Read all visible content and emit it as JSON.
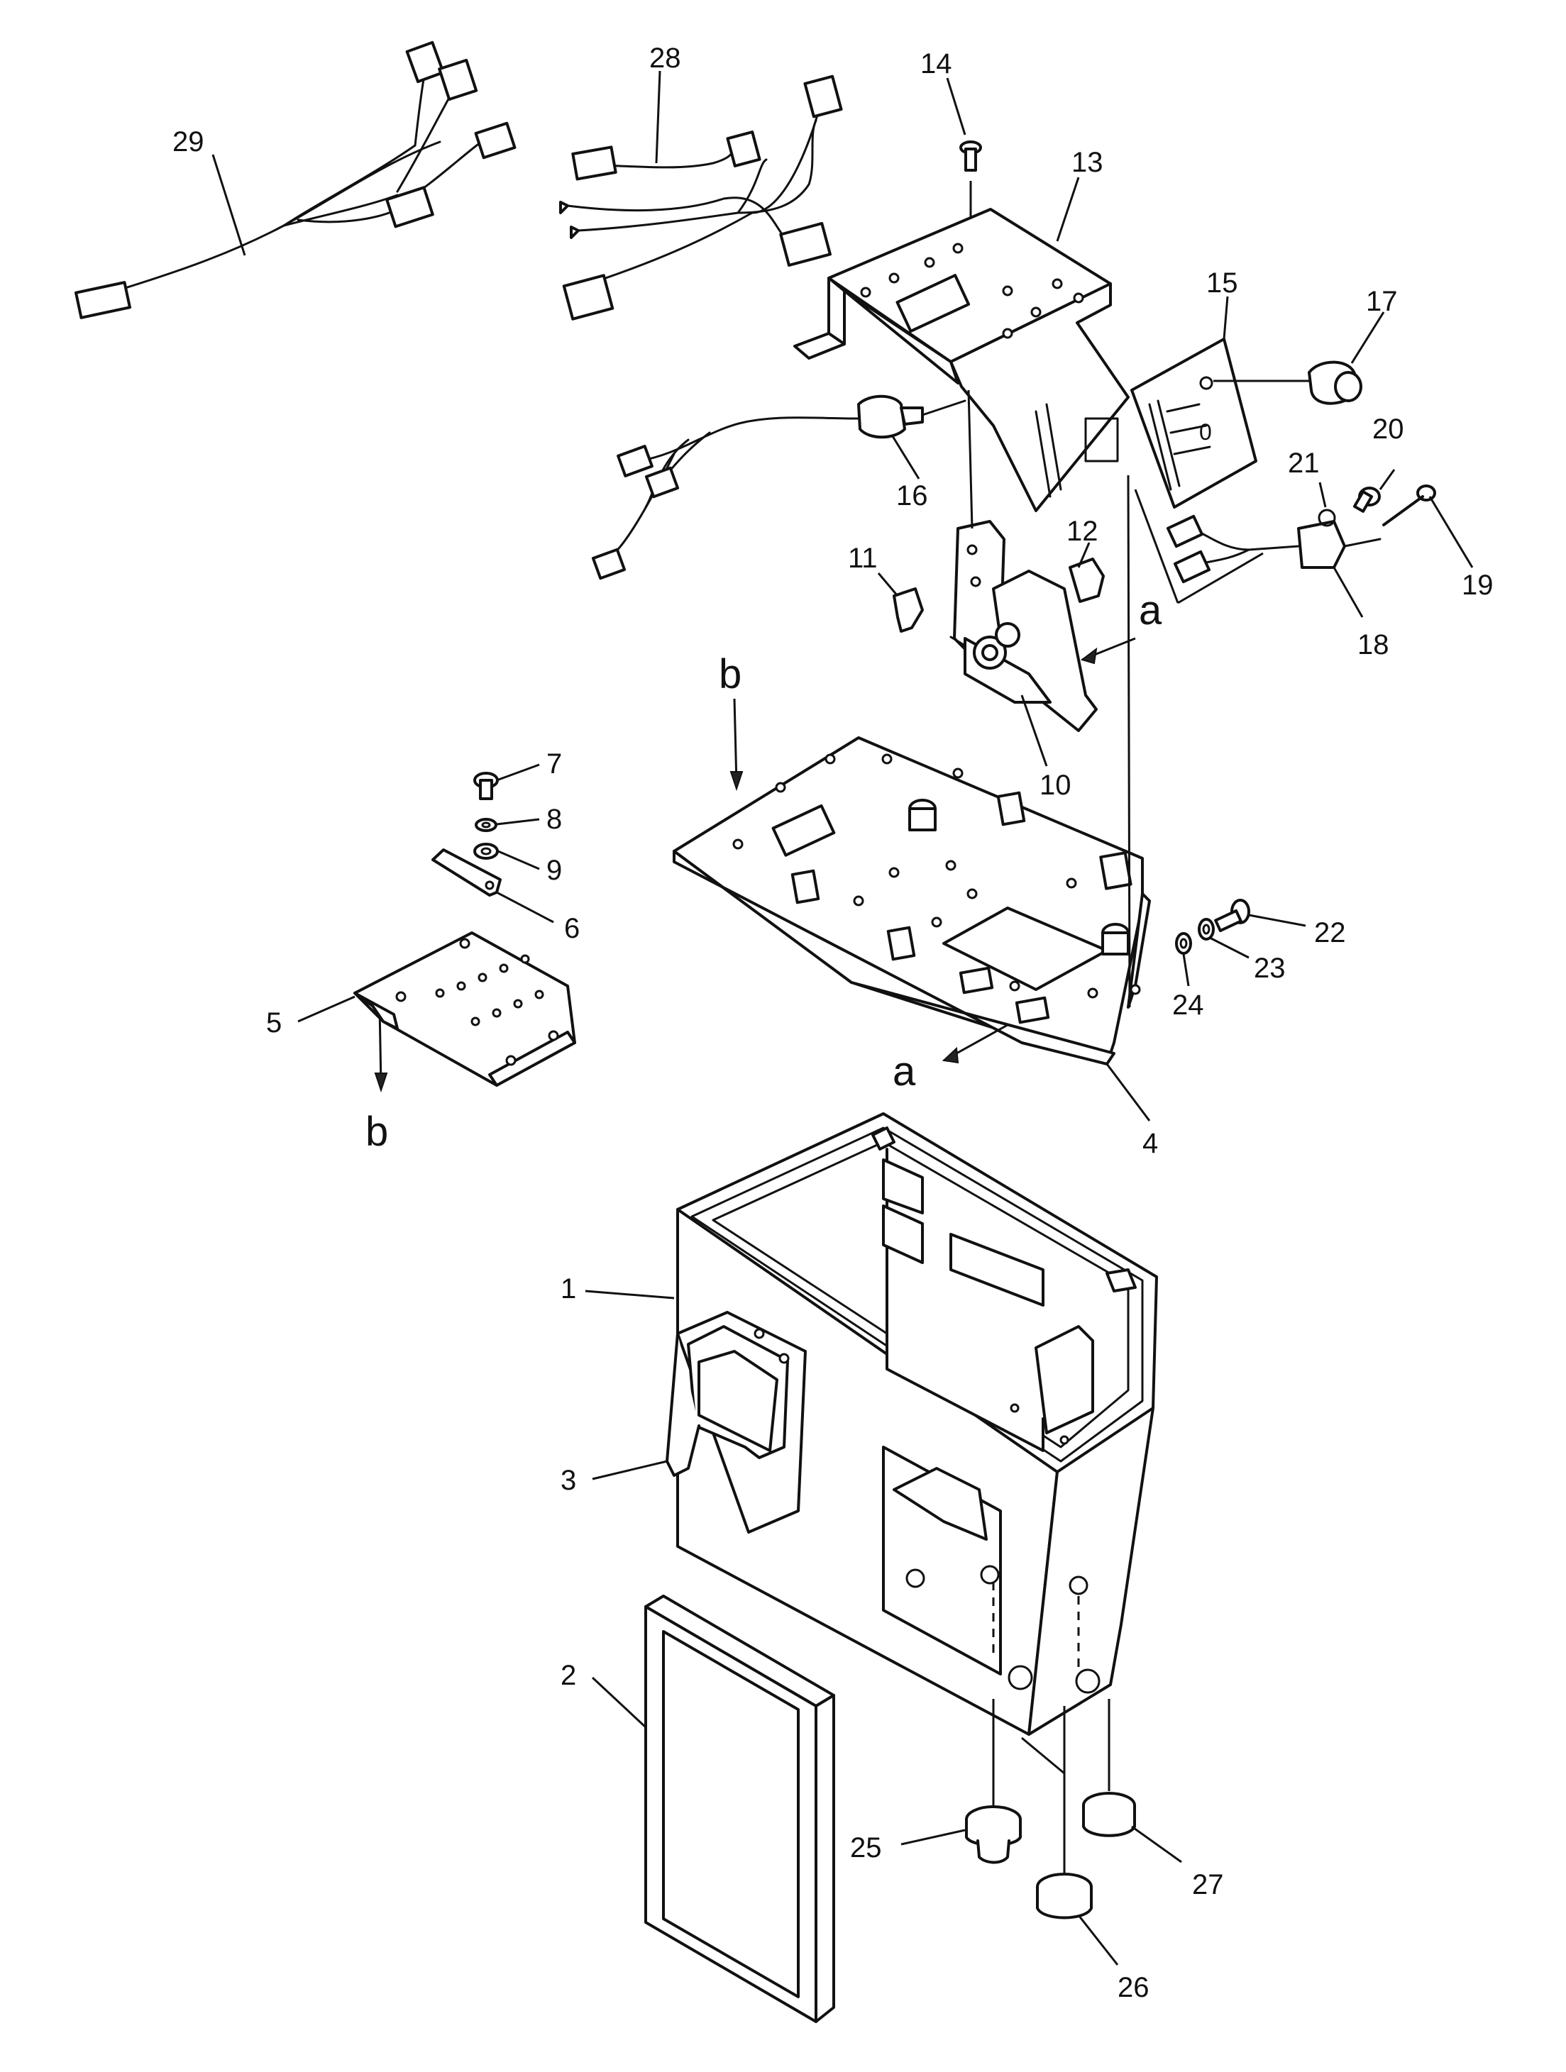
{
  "labels": {
    "n1": "1",
    "n2": "2",
    "n3": "3",
    "n4": "4",
    "n5": "5",
    "n6": "6",
    "n7": "7",
    "n8": "8",
    "n9": "9",
    "n10": "10",
    "n11": "11",
    "n12": "12",
    "n13": "13",
    "n14": "14",
    "n15": "15",
    "n16": "16",
    "n17": "17",
    "n18": "18",
    "n19": "19",
    "n20": "20",
    "n21": "21",
    "n22": "22",
    "n23": "23",
    "n24": "24",
    "n25": "25",
    "n26": "26",
    "n27": "27",
    "n28": "28",
    "n29": "29",
    "a_upper": "a",
    "a_lower": "a",
    "b_upper": "b",
    "b_lower": "b"
  }
}
